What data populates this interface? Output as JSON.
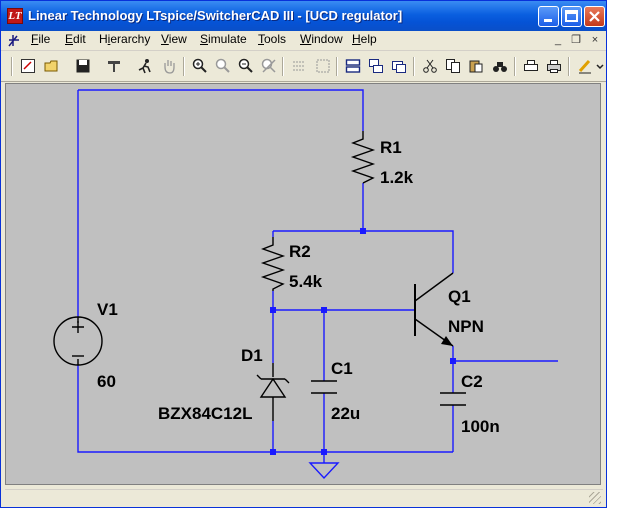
{
  "window": {
    "title": "Linear Technology LTspice/SwitcherCAD III - [UCD regulator]",
    "app_icon_glyph": "LT",
    "controls": [
      "minimize-icon",
      "maximize-icon",
      "close-icon"
    ]
  },
  "menu": {
    "items": [
      {
        "pre": "",
        "u": "F",
        "post": "ile"
      },
      {
        "pre": "",
        "u": "E",
        "post": "dit"
      },
      {
        "pre": "H",
        "u": "i",
        "post": "erarchy"
      },
      {
        "pre": "",
        "u": "V",
        "post": "iew"
      },
      {
        "pre": "",
        "u": "S",
        "post": "imulate"
      },
      {
        "pre": "",
        "u": "T",
        "post": "ools"
      },
      {
        "pre": "",
        "u": "W",
        "post": "indow"
      },
      {
        "pre": "",
        "u": "H",
        "post": "elp"
      }
    ],
    "mdi_controls": [
      "_",
      "❐",
      "×"
    ]
  },
  "toolbar": {
    "icons": [
      "new-schematic-icon",
      "open-icon",
      "save-icon",
      "control-panel-icon",
      "run-icon",
      "pan-icon",
      "zoom-in-icon",
      "zoom-out-icon",
      "zoom-full-icon",
      "zoom-fit-icon",
      "autorange-icon",
      "grid-icon",
      "tile-icon",
      "cascade-icon",
      "new-window-icon",
      "cut-icon",
      "copy-icon",
      "paste-icon",
      "find-icon",
      "print-preview-icon",
      "print-icon",
      "draw-wire-icon"
    ]
  },
  "schematic": {
    "components": {
      "r1": {
        "name": "R1",
        "value": "1.2k"
      },
      "r2": {
        "name": "R2",
        "value": "5.4k"
      },
      "v1": {
        "name": "V1",
        "value": "60"
      },
      "d1": {
        "name": "D1",
        "value": "BZX84C12L"
      },
      "c1": {
        "name": "C1",
        "value": "22u"
      },
      "q1": {
        "name": "Q1",
        "value": "NPN"
      },
      "c2": {
        "name": "C2",
        "value": "100n"
      }
    },
    "colors": {
      "wire": "#1a1aff",
      "component": "#000000",
      "junction": "#1a1aff",
      "background": "#c0c0c0"
    }
  }
}
